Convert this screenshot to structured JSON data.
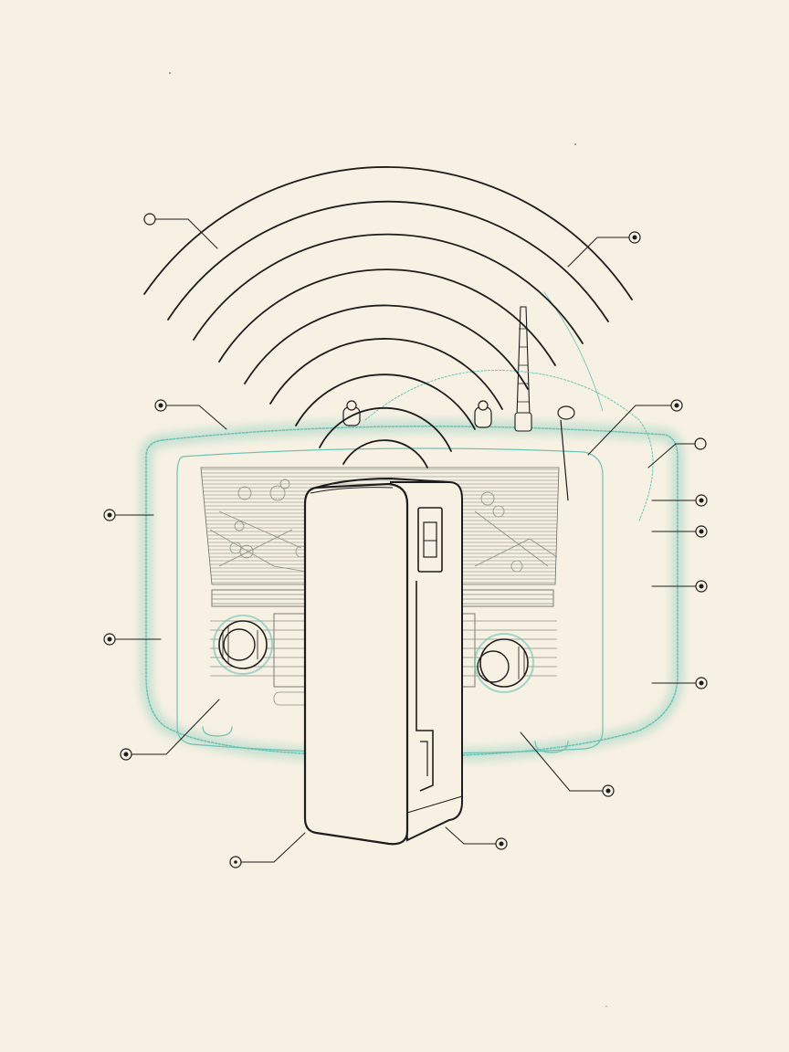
{
  "diagram": {
    "colors": {
      "paper": "#f7f1e3",
      "ink": "#1d1d1d",
      "glow": "#6cc2b4"
    },
    "subjects": [
      "radio-outline",
      "handheld-device",
      "radio-waves"
    ],
    "wave_count": 9,
    "callout_count": 14
  }
}
